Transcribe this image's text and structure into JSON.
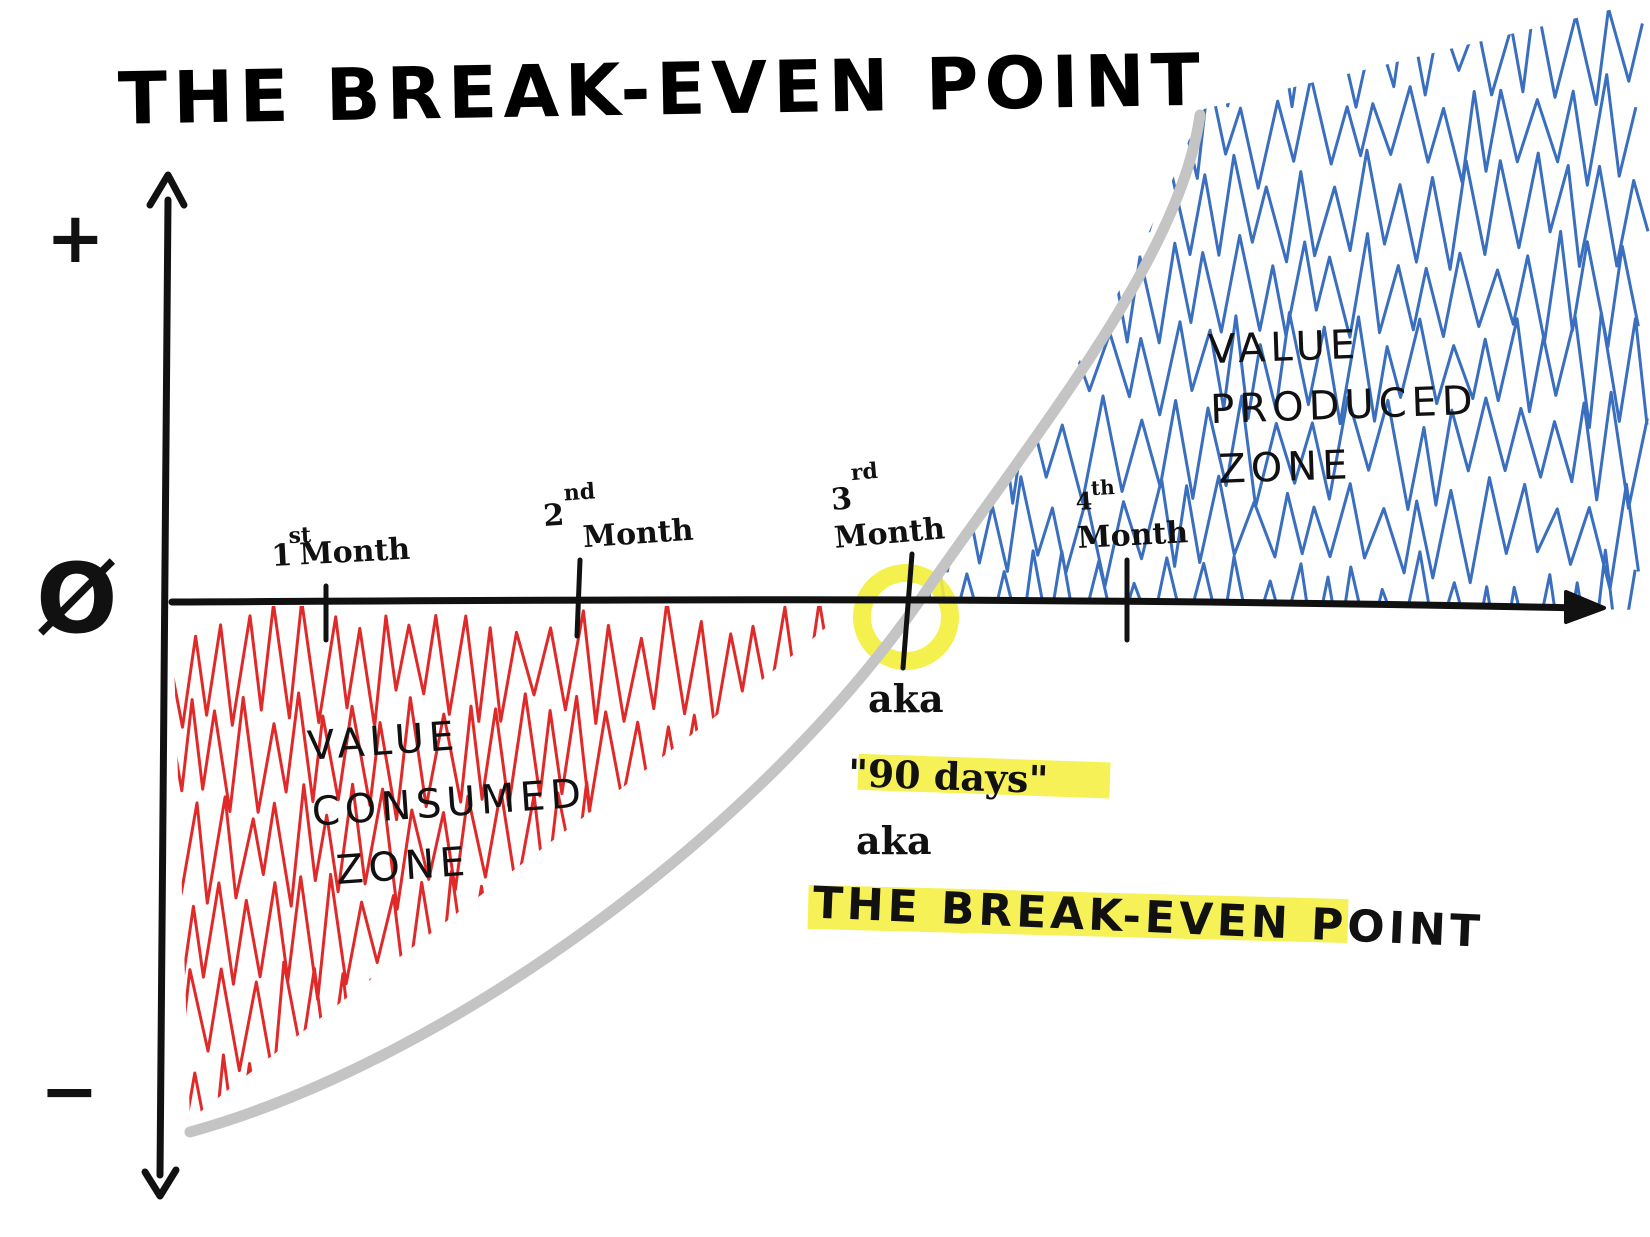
{
  "title": "THE BREAK-EVEN POINT",
  "axis": {
    "plus_label": "+",
    "zero_label": "Ø",
    "minus_label": "−"
  },
  "ticks": [
    {
      "ordinal": "1",
      "suffix": "st",
      "word": "Month"
    },
    {
      "ordinal": "2",
      "suffix": "nd",
      "word": "Month"
    },
    {
      "ordinal": "3",
      "suffix": "rd",
      "word": "Month"
    },
    {
      "ordinal": "4",
      "suffix": "th",
      "word": "Month"
    }
  ],
  "zones": {
    "consumed": [
      "VALUE",
      "CONSUMED",
      "ZONE"
    ],
    "produced": [
      "VALUE",
      "PRODUCED",
      "ZONE"
    ]
  },
  "annotations": {
    "aka_1": "aka",
    "days": "\"90 days\"",
    "aka_2": "aka",
    "callout": "THE BREAK-EVEN POINT"
  },
  "colors": {
    "ink": "#111111",
    "consumed_scribble": "#e02a2a",
    "produced_scribble": "#3a6fbf",
    "curve": "#c4c4c4",
    "highlight": "#f3ee3a"
  }
}
